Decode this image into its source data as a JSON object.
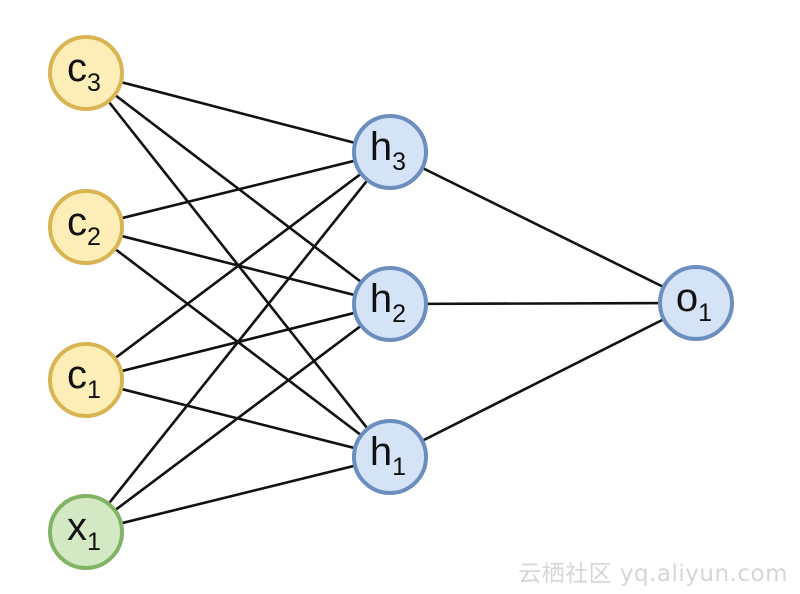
{
  "diagram": {
    "nodes": [
      {
        "id": "c3",
        "base": "c",
        "sub": "3",
        "layer": "context",
        "fill": "#fdeeb7",
        "stroke": "#d8b453"
      },
      {
        "id": "c2",
        "base": "c",
        "sub": "2",
        "layer": "context",
        "fill": "#fdeeb7",
        "stroke": "#d8b453"
      },
      {
        "id": "c1",
        "base": "c",
        "sub": "1",
        "layer": "context",
        "fill": "#fdeeb7",
        "stroke": "#d8b453"
      },
      {
        "id": "x1",
        "base": "x",
        "sub": "1",
        "layer": "input",
        "fill": "#d3e9c3",
        "stroke": "#82b366"
      },
      {
        "id": "h3",
        "base": "h",
        "sub": "3",
        "layer": "hidden",
        "fill": "#d5e3f7",
        "stroke": "#6c8ebf"
      },
      {
        "id": "h2",
        "base": "h",
        "sub": "2",
        "layer": "hidden",
        "fill": "#d5e3f7",
        "stroke": "#6c8ebf"
      },
      {
        "id": "h1",
        "base": "h",
        "sub": "1",
        "layer": "hidden",
        "fill": "#d5e3f7",
        "stroke": "#6c8ebf"
      },
      {
        "id": "o1",
        "base": "o",
        "sub": "1",
        "layer": "output",
        "fill": "#d5e3f7",
        "stroke": "#6c8ebf"
      }
    ],
    "edges": [
      [
        "c3",
        "h3"
      ],
      [
        "c3",
        "h2"
      ],
      [
        "c3",
        "h1"
      ],
      [
        "c2",
        "h3"
      ],
      [
        "c2",
        "h2"
      ],
      [
        "c2",
        "h1"
      ],
      [
        "c1",
        "h3"
      ],
      [
        "c1",
        "h2"
      ],
      [
        "c1",
        "h1"
      ],
      [
        "x1",
        "h3"
      ],
      [
        "x1",
        "h2"
      ],
      [
        "x1",
        "h1"
      ],
      [
        "h3",
        "o1"
      ],
      [
        "h2",
        "o1"
      ],
      [
        "h1",
        "o1"
      ]
    ],
    "edge_color": "#111111"
  },
  "watermark": "云栖社区 yq.aliyun.com"
}
